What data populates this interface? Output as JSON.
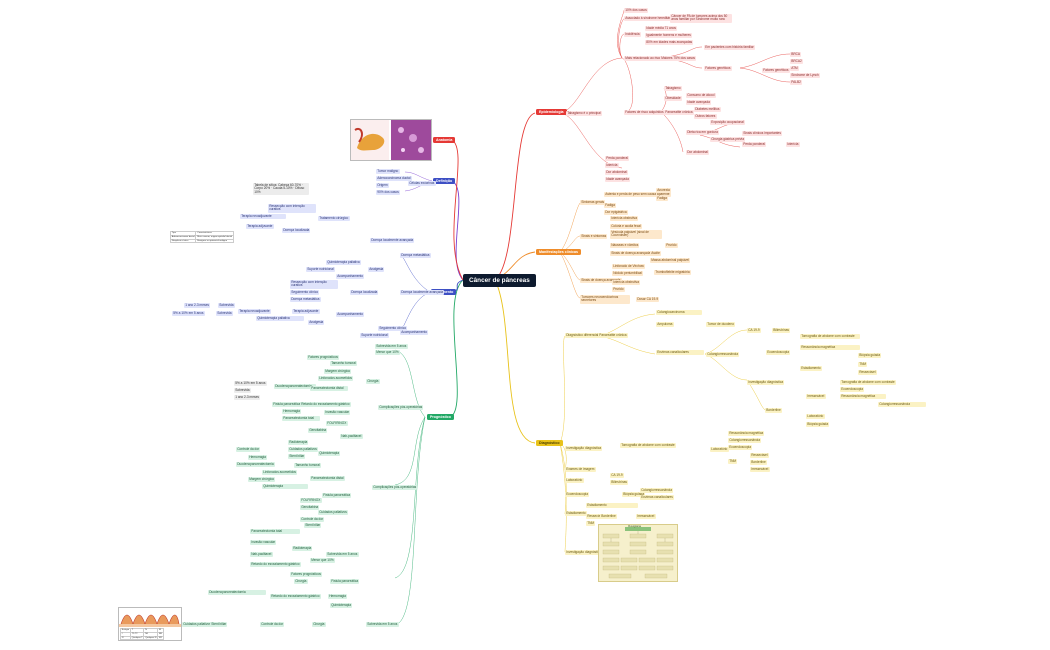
{
  "center": "Câncer de pâncreas",
  "colors": {
    "red": "#e53935",
    "orange": "#ef8c2a",
    "yellow": "#e8c21a",
    "green": "#22a866",
    "blue": "#3d4fc4",
    "purple": "#7a3fd1",
    "center": "#0d1a2e"
  },
  "branches": {
    "anatomia": "Anatomia",
    "definicao": "Definição",
    "epidemiologia": "Epidemiologia",
    "manifestacoes": "Manifestações clínicas",
    "diagnostico": "Diagnóstico",
    "prognostico": "Prognóstico",
    "tratamento": "Tratamento"
  },
  "epi": {
    "a1": "10% dos casos",
    "a2": "Associado à síndrome hereditária",
    "a2b": "Câncer de PA de tumores acima dos 50 anos familiar por Síndrome muito rara",
    "b1": "Incidência",
    "b2": "Idade média 71 anos",
    "b3": "Igualmente homens e mulheres",
    "b4": "80% em idades mais avançadas",
    "c1": "Tabagismo é o principal",
    "c2": "Mais relacionado ao risco de câncer",
    "c3": "Maiores 75% dos casos",
    "c4": "Em pacientes com história familiar",
    "d1": "Fatores genéticos",
    "d2": "BRCA",
    "d3": "BRCA2",
    "d4": "ATM",
    "d5": "PALB2",
    "d6": "Síndrome de Lynch",
    "e1": "Fatores de risco adquiridos",
    "e2": "Tabagismo",
    "e3": "Obesidade",
    "e4": "Consumo de álcool",
    "e5": "Pancreatite crônica",
    "e6": "Diabetes mellitus",
    "e7": "Idade avançada",
    "f1": "Outros fatores",
    "f2": "Dieta rica em gordura",
    "f3": "Exposição ocupacional",
    "f4": "Cirurgia gástrica prévia",
    "g1": "Sinais clínicos importantes",
    "g2": "Perda ponderal",
    "g3": "Icterícia",
    "g4": "Dor abdominal"
  },
  "manif": {
    "a1": "Sintomas gerais",
    "a2": "Astenia e perda de peso sem causa aparente",
    "a3": "Anorexia",
    "a4": "Fadiga",
    "b1": "Sinais e sintomas",
    "b2": "Dor epigástrica",
    "b3": "Icterícia obstrutiva",
    "b4": "Colúria e acolia fecal",
    "b5": "Prurido",
    "b6": "Vesícula palpável (sinal de Courvoisier)",
    "b7": "Náuseas e vômitos",
    "c1": "Sinais de doença avançada",
    "c2": "Ascite",
    "c3": "Massa abdominal palpável",
    "c4": "Linfonodo de Virchow",
    "c5": "Nódulo periumbilical",
    "c6": "Tromboflebite migratória",
    "d1": "Tumores neuroendócrinos secretores",
    "d2": "Dosar CA 19-9"
  },
  "diag": {
    "a1": "Diagnóstico diferencial",
    "a2": "Pancreatite crônica",
    "a3": "Colangiocarcinoma",
    "a4": "Ampuloma",
    "a5": "Tumor de duodeno",
    "b1": "Exames de imagem",
    "b2": "Tomografia de abdome com contraste",
    "b3": "Ressonância magnética",
    "b4": "Colangiorressonância",
    "b5": "Ecoendoscopia",
    "b6": "Biópsia guiada",
    "c1": "Laboratório",
    "c2": "CA 19-9",
    "c3": "Bilirrubinas",
    "c4": "Enzimas canaliculares",
    "d1": "Estadiamento",
    "d2": "TNM",
    "d3": "Ressecável",
    "d4": "Borderline",
    "d5": "Irressecável",
    "e1": "Investigação diagnóstica",
    "flow_title": "Fluxograma"
  },
  "prog": {
    "a1": "Sobrevida em 5 anos",
    "a2": "Menor que 10%",
    "b1": "Fatores prognósticos",
    "b2": "Tamanho tumoral",
    "b3": "Margem cirúrgica",
    "b4": "Linfonodos acometidos",
    "b5": "Invasão vascular",
    "c1": "Cirurgia",
    "c2": "Duodenopancreatectomia",
    "c3": "Pancreatectomia distal",
    "c4": "Pancreatectomia total",
    "d1": "Complicações pós-operatórias",
    "d2": "Fístula pancreática",
    "d3": "Retardo do esvaziamento gástrico",
    "d4": "Hemorragia",
    "e1": "Quimioterapia",
    "e2": "FOLFIRINOX",
    "e3": "Gencitabina",
    "e4": "Nab-paclitaxel",
    "f1": "Radioterapia",
    "f2": "Cuidados paliativos",
    "f3": "Stent biliar",
    "f4": "Controle da dor"
  },
  "trat": {
    "a1": "Tratamento cirúrgico",
    "a2": "Ressecção com intenção curativa",
    "a3": "Terapia neoadjuvante",
    "a4": "Terapia adjuvante",
    "b1": "Doença localizada",
    "b2": "Doença localmente avançada",
    "b3": "Doença metastática",
    "c1": "Quimioterapia paliativa",
    "c2": "Suporte nutricional",
    "c3": "Analgesia",
    "d1": "1 ano 2-3 meses",
    "d2": "Sobrevida",
    "d3": "5% a 10% em 5 anos",
    "e1": "Acompanhamento",
    "e2": "Seguimento clínico"
  },
  "def": {
    "a1": "Tumor maligno",
    "a2": "Adenocarcinoma ductal",
    "a3": "Origem",
    "a4": "Células exócrinas",
    "a5": "90% dos casos",
    "note": "Tabela de sítios: Cabeça 60-70% · Corpo 20% · Cauda 5-10% · Difuso 10%"
  },
  "table_left": {
    "h1": "Tipo",
    "h2": "Características",
    "r1a": "Adenocarcinoma ductal",
    "r1b": "Mais comum, origem epitelial ductal",
    "r2a": "Neoplasia cística",
    "r2b": "Benignos ou potencial maligno"
  },
  "legend_table": {
    "h1": "Estágio",
    "h2": "T",
    "h3": "N",
    "h4": "M",
    "r1a": "I",
    "r1b": "T1-T2",
    "r1c": "N0",
    "r1d": "M0",
    "r2a": "IV",
    "r2b": "Qualquer T",
    "r2c": "Qualquer N",
    "r2d": "M1"
  }
}
